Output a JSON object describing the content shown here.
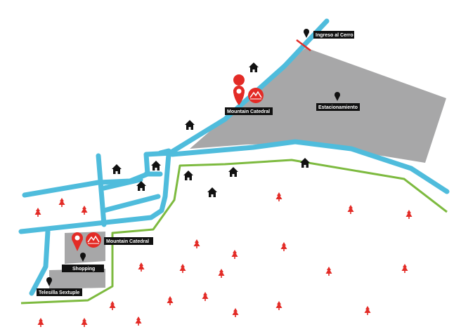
{
  "labels": {
    "ingreso": "Ingreso al Cerro",
    "mountain_top": "Mountain Catedral",
    "estacionamiento": "Estacionamiento",
    "mountain_bottom": "Mountain Catedral",
    "shopping": "Shopping",
    "telesilla": "Telesilla Sextuple"
  },
  "icons": {
    "pin": "map-pin-icon",
    "red_pin": "red-location-pin-icon",
    "brand": "mountain-logo-icon",
    "house": "house-icon",
    "tree": "pine-tree-icon",
    "gate": "road-barrier-icon"
  },
  "colors": {
    "road": "#4fbcdc",
    "trail": "#7dba3f",
    "parking": "#a7a7a8",
    "tree": "#e32b26",
    "brand": "#e32b26",
    "label_bg": "#111111",
    "label_text": "#ffffff"
  }
}
